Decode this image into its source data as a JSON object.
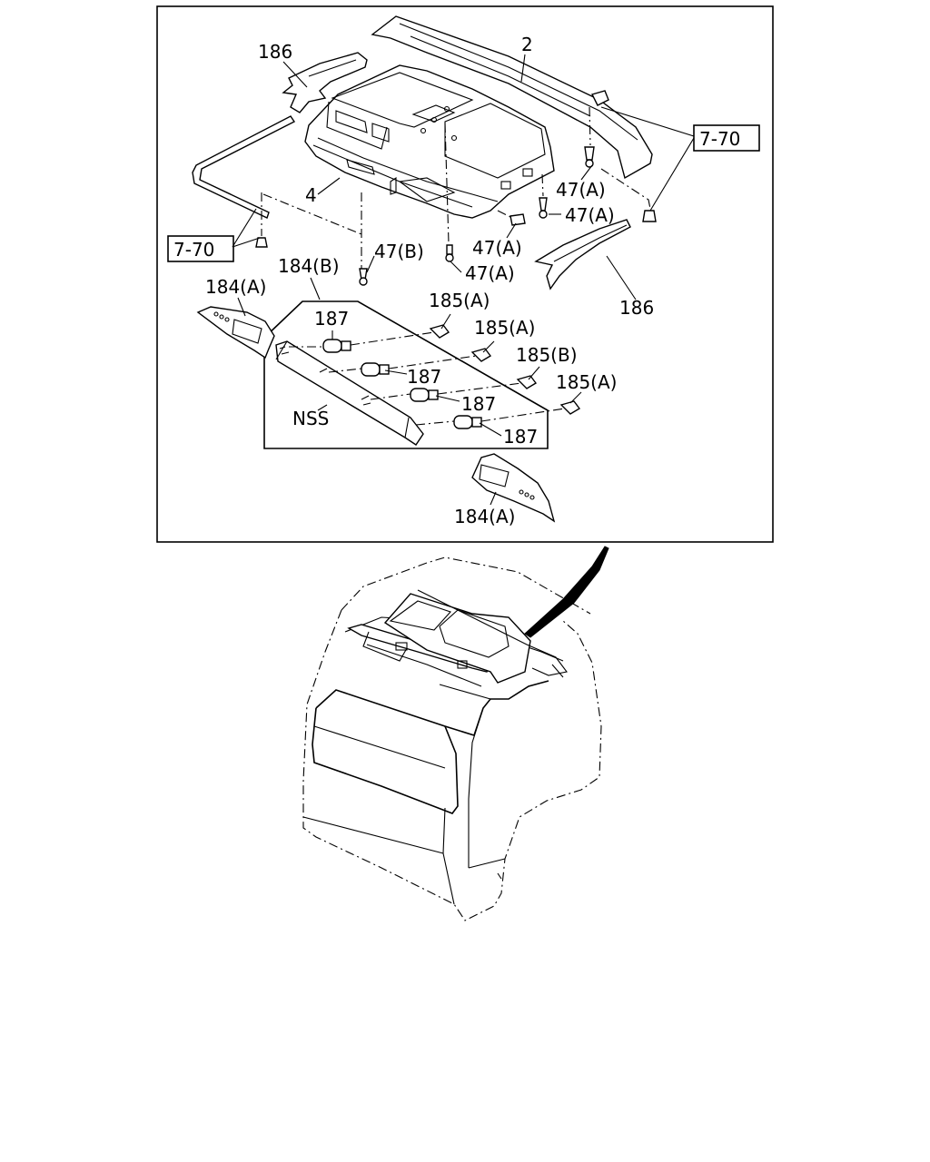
{
  "callouts": {
    "c186_top": "186",
    "c2": "2",
    "c4": "4",
    "c770_right": "7-70",
    "c770_left": "7-70",
    "c47a_1": "47(A)",
    "c47a_2": "47(A)",
    "c47a_3": "47(A)",
    "c47a_4": "47(A)",
    "c47b": "47(B)",
    "c186_right": "186",
    "c184b": "184(B)",
    "c184a_top": "184(A)",
    "c184a_bottom": "184(A)",
    "c185a_1": "185(A)",
    "c185a_2": "185(A)",
    "c185b": "185(B)",
    "c185a_3": "185(A)",
    "c187_1": "187",
    "c187_2": "187",
    "c187_3": "187",
    "c187_4": "187",
    "nss": "NSS"
  }
}
